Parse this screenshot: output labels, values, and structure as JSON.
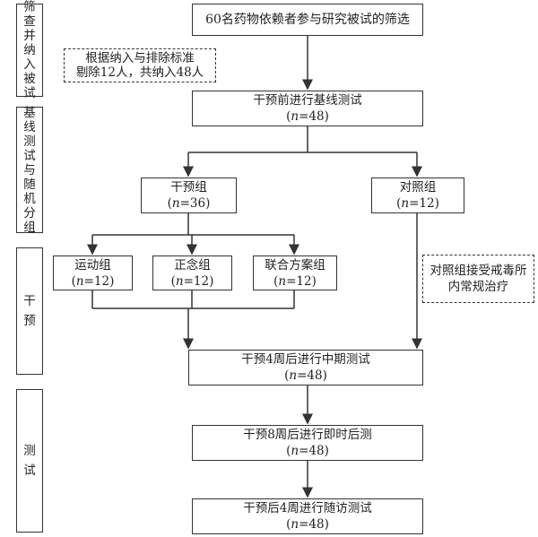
{
  "side_labels": [
    "筛查并纳入被试",
    "基线测试与随机分组",
    "干预",
    "测试"
  ],
  "boxes": {
    "screening": "60名药物依赖者参与研究被试的筛选",
    "exclusion_line1": "根据纳入与排除标准",
    "exclusion_line2": "剔除12人，共纳入48人",
    "baseline_line1": "干预前进行基线测试",
    "baseline_n": "48",
    "intervention_line1": "干预组",
    "intervention_n": "36",
    "control_line1": "对照组",
    "control_n": "12",
    "exercise_line1": "运动组",
    "exercise_n": "12",
    "mindfulness_line1": "正念组",
    "mindfulness_n": "12",
    "combined_line1": "联合方案组",
    "combined_n": "12",
    "control_note_line1": "对照组接受戒毒所",
    "control_note_line2": "内常规治疗",
    "mid_test_line1": "干预4周后进行中期测试",
    "mid_test_n": "48",
    "post_test_line1": "干预8周后进行即时后测",
    "post_test_n": "48",
    "followup_line1": "干预后4周进行随访测试",
    "followup_n": "48"
  },
  "n_label": "n"
}
